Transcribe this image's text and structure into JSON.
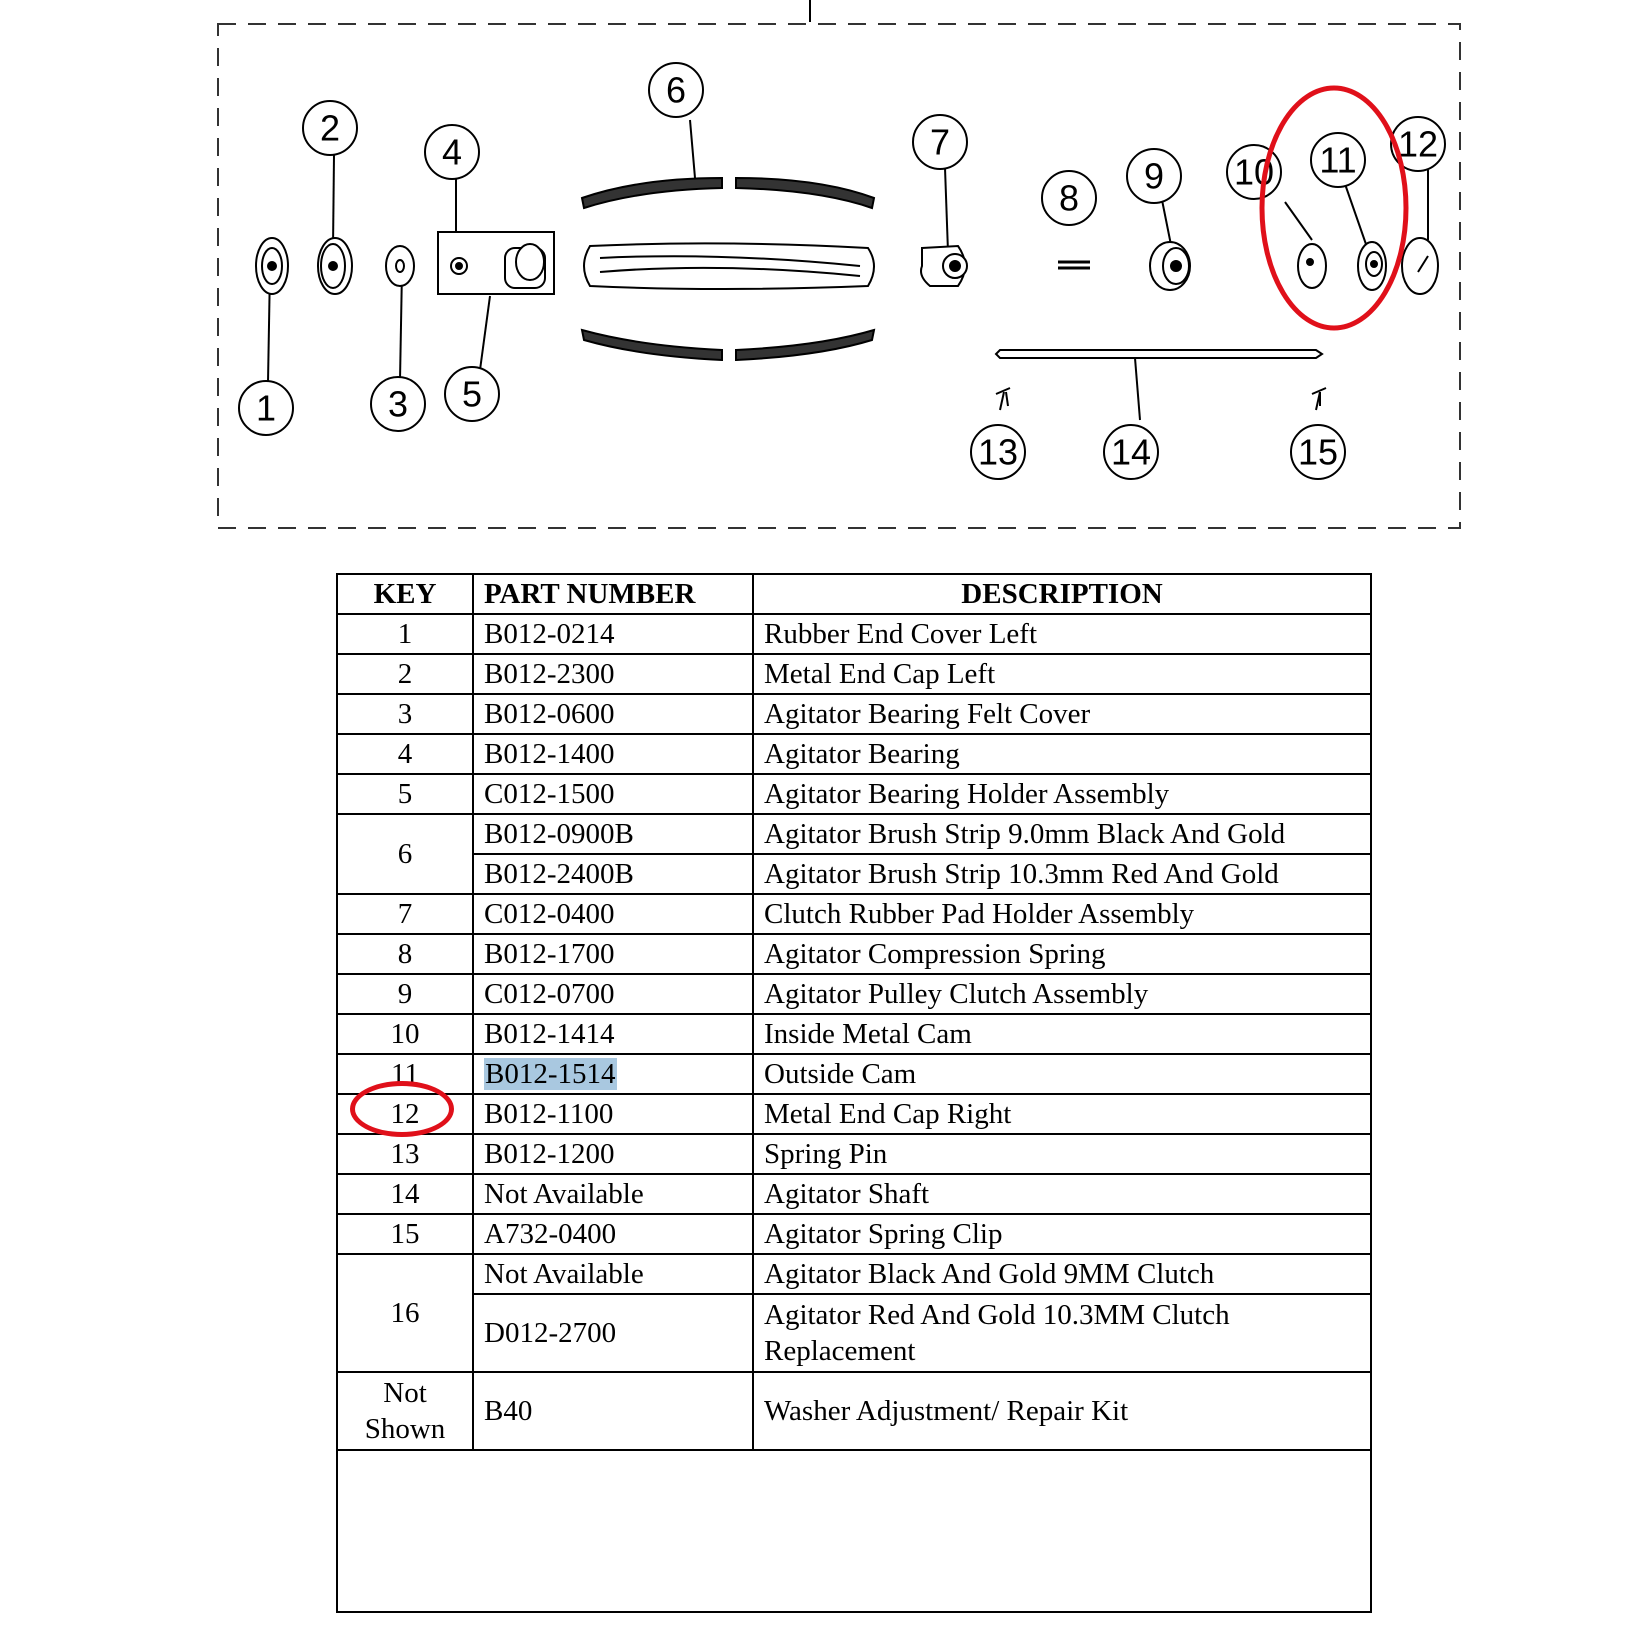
{
  "diagram": {
    "callouts": [
      "1",
      "2",
      "3",
      "4",
      "5",
      "6",
      "7",
      "8",
      "9",
      "10",
      "11",
      "12",
      "13",
      "14",
      "15"
    ],
    "highlight_color": "#e0101a"
  },
  "table": {
    "headers": {
      "key": "KEY",
      "part_number": "PART NUMBER",
      "description": "DESCRIPTION"
    },
    "rows": [
      {
        "key": "1",
        "part": "B012-0214",
        "desc": "Rubber End Cover Left"
      },
      {
        "key": "2",
        "part": "B012-2300",
        "desc": "Metal End Cap Left"
      },
      {
        "key": "3",
        "part": "B012-0600",
        "desc": "Agitator Bearing Felt Cover"
      },
      {
        "key": "4",
        "part": "B012-1400",
        "desc": "Agitator Bearing"
      },
      {
        "key": "5",
        "part": "C012-1500",
        "desc": "Agitator Bearing Holder Assembly"
      },
      {
        "key": "6",
        "part": "B012-0900B",
        "desc": "Agitator Brush Strip 9.0mm Black And Gold"
      },
      {
        "key": "",
        "part": "B012-2400B",
        "desc": "Agitator Brush Strip 10.3mm Red And Gold"
      },
      {
        "key": "7",
        "part": "C012-0400",
        "desc": "Clutch Rubber Pad Holder Assembly"
      },
      {
        "key": "8",
        "part": "B012-1700",
        "desc": "Agitator Compression Spring"
      },
      {
        "key": "9",
        "part": "C012-0700",
        "desc": "Agitator Pulley Clutch Assembly"
      },
      {
        "key": "10",
        "part": "B012-1414",
        "desc": "Inside Metal Cam"
      },
      {
        "key": "11",
        "part": "B012-1514",
        "desc": "Outside Cam"
      },
      {
        "key": "12",
        "part": "B012-1100",
        "desc": "Metal End Cap Right"
      },
      {
        "key": "13",
        "part": "B012-1200",
        "desc": "Spring Pin"
      },
      {
        "key": "14",
        "part": "Not Available",
        "desc": "Agitator Shaft"
      },
      {
        "key": "15",
        "part": "A732-0400",
        "desc": "Agitator Spring Clip"
      },
      {
        "key": "16",
        "part": "Not Available",
        "desc": "Agitator Black And Gold 9MM Clutch"
      },
      {
        "key": "",
        "part": "D012-2700",
        "desc": "Agitator Red And Gold 10.3MM Clutch Replacement"
      },
      {
        "key": "Not Shown",
        "part": "B40",
        "desc": "Washer Adjustment/ Repair Kit"
      }
    ]
  }
}
